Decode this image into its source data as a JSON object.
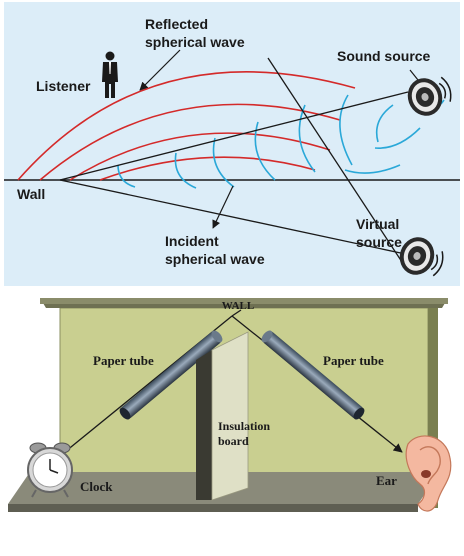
{
  "top": {
    "labels": {
      "reflected_1": "Reflected",
      "reflected_2": "spherical wave",
      "sound_source": "Sound source",
      "listener": "Listener",
      "wall": "Wall",
      "virtual_1": "Virtual",
      "virtual_2": "source",
      "incident_1": "Incident",
      "incident_2": "spherical wave"
    },
    "colors": {
      "background": "#dcedf8",
      "reflected_wave": "#d42a2a",
      "incident_wave": "#2aa8d8",
      "rays": "#1a1a1a"
    },
    "icons": [
      "listener-icon",
      "speaker-icon"
    ]
  },
  "bottom": {
    "labels": {
      "wall": "WALL",
      "tube_left": "Paper tube",
      "tube_right": "Paper tube",
      "board_1": "Insulation",
      "board_2": "board",
      "clock": "Clock",
      "ear": "Ear"
    },
    "colors": {
      "wall_panel": "#c9cf90",
      "shelf": "#8a8a7a",
      "board": "#dfe0c6"
    },
    "icons": [
      "clock-icon",
      "ear-icon",
      "paper-tube-icon"
    ]
  }
}
